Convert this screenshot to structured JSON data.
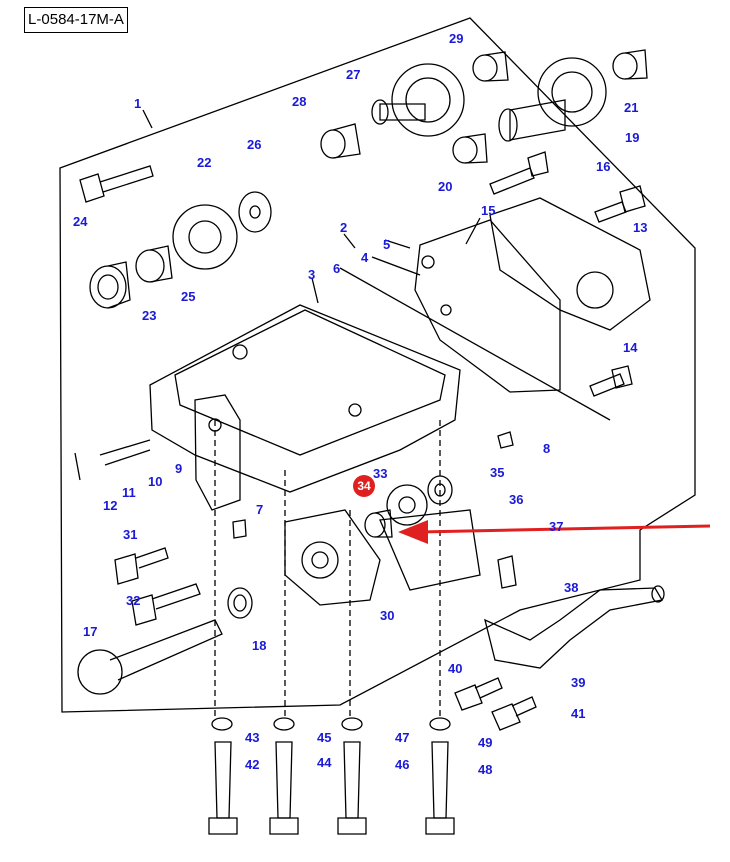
{
  "reference_code": "L-0584-17M-A",
  "highlight": {
    "label": "34",
    "color": "#e02020"
  },
  "colors": {
    "callout_text": "#1a1ad6",
    "outline": "#000000",
    "arrow": "#e02020"
  },
  "callouts": [
    "1",
    "2",
    "3",
    "4",
    "5",
    "6",
    "7",
    "8",
    "9",
    "10",
    "11",
    "12",
    "13",
    "14",
    "15",
    "16",
    "17",
    "18",
    "19",
    "20",
    "21",
    "22",
    "23",
    "24",
    "25",
    "26",
    "27",
    "28",
    "29",
    "30",
    "31",
    "32",
    "33",
    "35",
    "36",
    "37",
    "38",
    "39",
    "40",
    "41",
    "42",
    "43",
    "44",
    "45",
    "46",
    "47",
    "48",
    "49"
  ]
}
